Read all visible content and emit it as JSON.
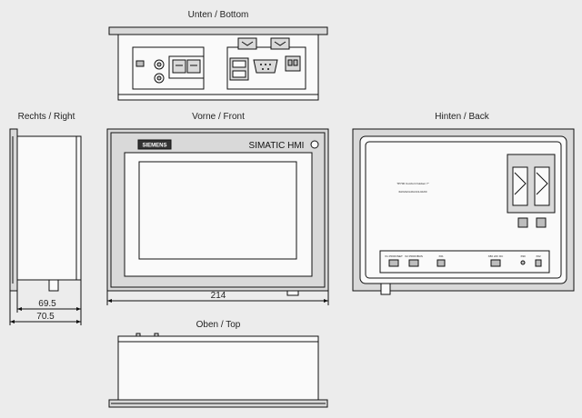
{
  "views": {
    "bottom": {
      "label": "Unten / Bottom"
    },
    "right": {
      "label": "Rechts / Right"
    },
    "front": {
      "label": "Vorne / Front"
    },
    "back": {
      "label": "Hinten / Back"
    },
    "top": {
      "label": "Oben / Top"
    }
  },
  "front_panel": {
    "brand_logo": "SIEMENS",
    "product_name": "SIMATIC HMI"
  },
  "dimensions": {
    "width": "214",
    "depth_inner": "69.5",
    "depth_outer": "70.5"
  },
  "back_panel": {
    "label_line1": "TP700 Comfort Outdoor 7\"",
    "label_line2": "6AV2124-0GC13-0AX0",
    "port_labels": [
      "X1 PROFINET",
      "X2 PROFIBUS",
      "X61",
      "X80 24V DC",
      "X90",
      "X62"
    ]
  },
  "colors": {
    "background": "#ececec",
    "line": "#111111",
    "bezel": "#d9d9d9",
    "screen": "#fafafa"
  }
}
